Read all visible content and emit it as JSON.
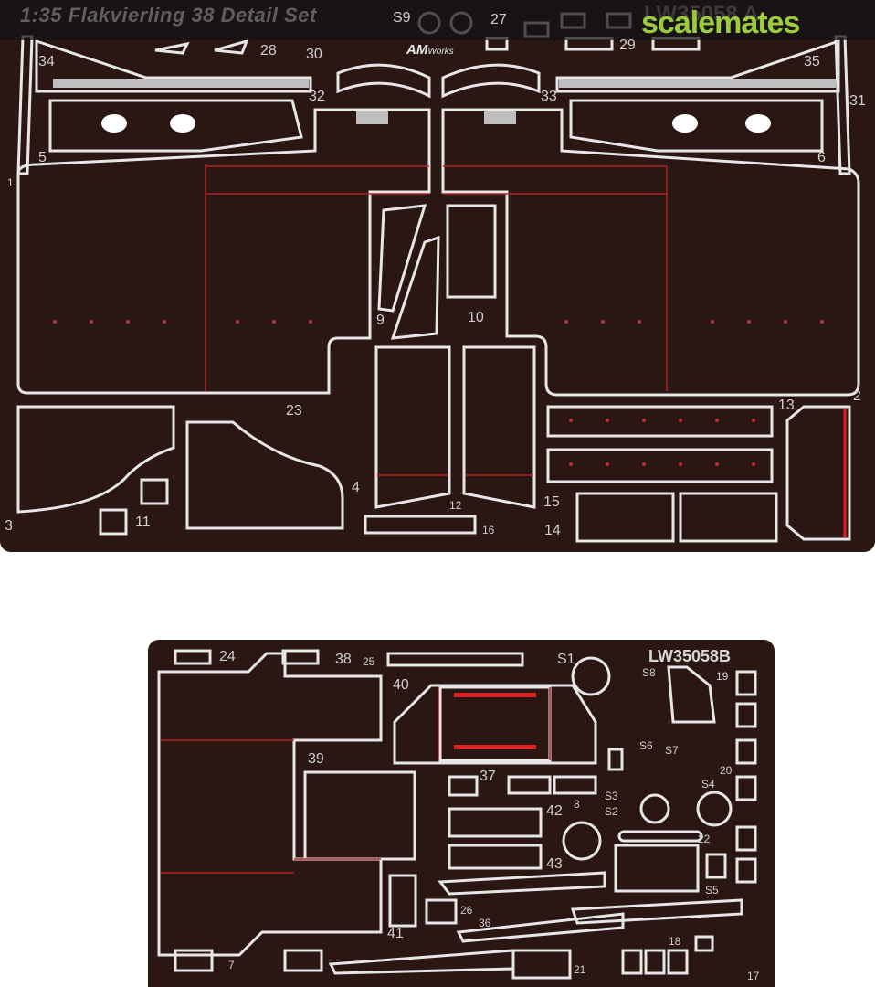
{
  "sheet_a": {
    "title": "1:35 Flakvierling 38 Detail Set",
    "code": "LW35058 A",
    "brand": "AM",
    "brand_sub": "Works",
    "labels": [
      "S9",
      "27",
      "28",
      "29",
      "30",
      "32",
      "33",
      "34",
      "35",
      "31",
      "5",
      "6",
      "1",
      "9",
      "10",
      "23",
      "4",
      "3",
      "11",
      "12",
      "16",
      "15",
      "14",
      "13",
      "2"
    ]
  },
  "sheet_b": {
    "code": "LW35058B",
    "labels": [
      "24",
      "38",
      "25",
      "S1",
      "40",
      "S8",
      "19",
      "39",
      "37",
      "S6",
      "S7",
      "20",
      "S3",
      "S2",
      "S4",
      "8",
      "42",
      "43",
      "22",
      "S5",
      "26",
      "36",
      "41",
      "7",
      "18",
      "21",
      "17"
    ]
  },
  "watermark": {
    "text_a": "scale",
    "text_b": "mates"
  }
}
